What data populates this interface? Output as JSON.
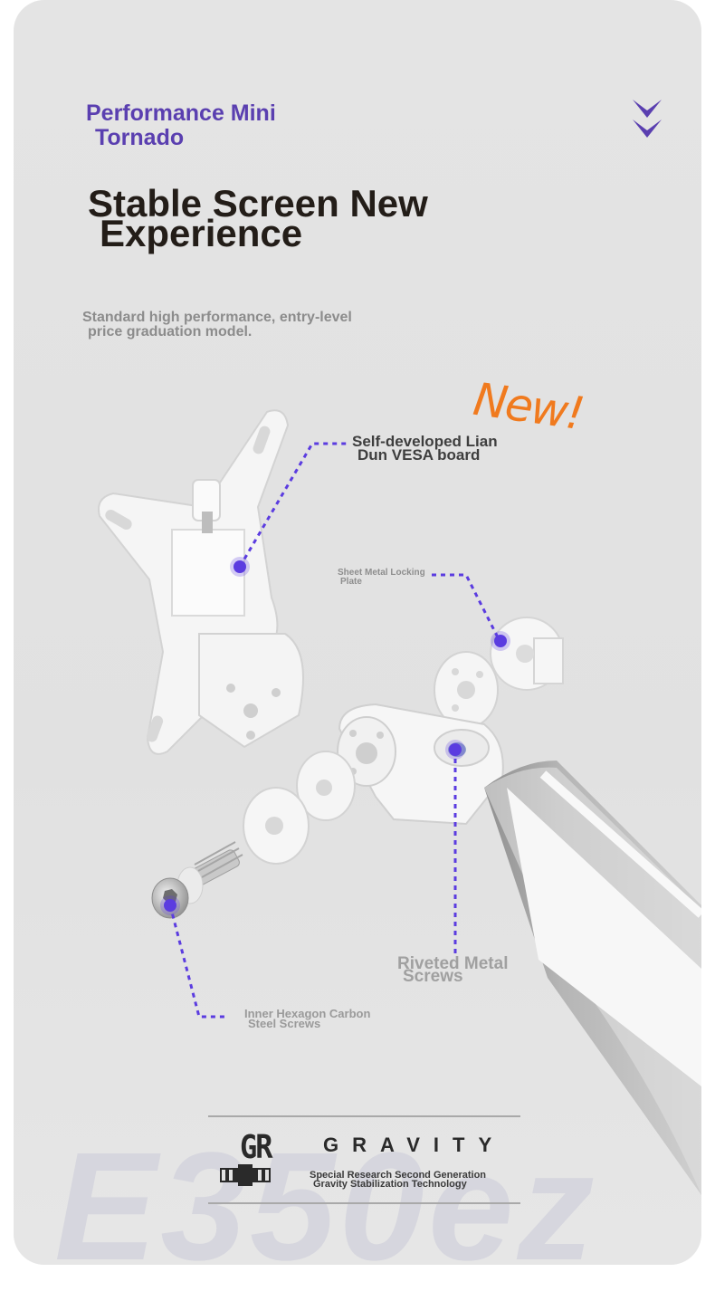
{
  "header": {
    "eyebrow_line1": "Performance Mini",
    "eyebrow_line2": "Tornado",
    "headline_line1": "Stable Screen New",
    "headline_line2": "Experience",
    "subhead_line1": "Standard high performance, entry-level",
    "subhead_line2": "price graduation model."
  },
  "badge": {
    "new": "New!"
  },
  "callouts": {
    "vesa_line1": "Self-developed Lian",
    "vesa_line2": "Dun VESA board",
    "plate_line1": "Sheet Metal Locking",
    "plate_line2": "Plate",
    "rivet_line1": "Riveted Metal",
    "rivet_line2": "Screws",
    "hex_line1": "Inner Hexagon Carbon",
    "hex_line2": "Steel Screws"
  },
  "brand": {
    "logo_text": "GR",
    "name": "GRAVITY",
    "tagline_line1": "Special Research Second Generation",
    "tagline_line2": "Gravity Stabilization Technology",
    "watermark": "E350ez"
  },
  "colors": {
    "accent": "#5a3fb0",
    "dot": "#5b3ce0",
    "new_badge": "#f07a1e",
    "headline": "#231d18"
  },
  "icons": [
    "double-chevron-down-icon"
  ]
}
